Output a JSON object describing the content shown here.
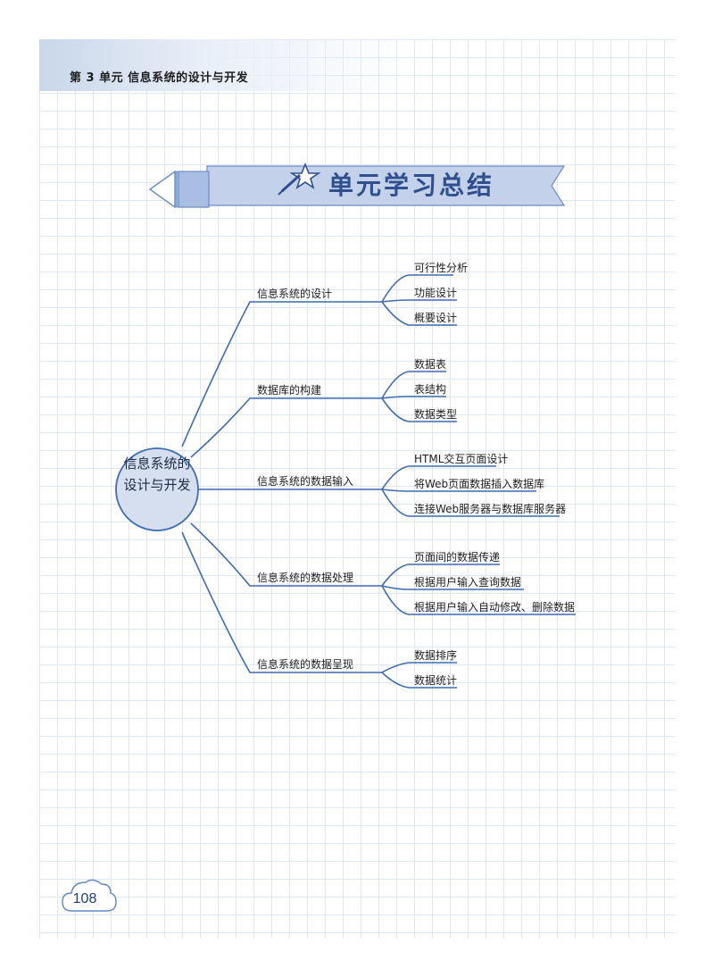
{
  "header": {
    "unit_title": "第 3 单元    信息系统的设计与开发"
  },
  "banner": {
    "title": "单元学习总结",
    "icon": "star-pen-icon"
  },
  "mindmap": {
    "center": {
      "line1": "信息系统的",
      "line2": "设计与开发"
    },
    "branches": [
      {
        "label": "信息系统的设计",
        "children": [
          "可行性分析",
          "功能设计",
          "概要设计"
        ]
      },
      {
        "label": "数据库的构建",
        "children": [
          "数据表",
          "表结构",
          "数据类型"
        ]
      },
      {
        "label": "信息系统的数据输入",
        "children": [
          "HTML交互页面设计",
          "将Web页面数据插入数据库",
          "连接Web服务器与数据库服务器"
        ]
      },
      {
        "label": "信息系统的数据处理",
        "children": [
          "页面间的数据传递",
          "根据用户输入查询数据",
          "根据用户输入自动修改、删除数据"
        ]
      },
      {
        "label": "信息系统的数据呈现",
        "children": [
          "数据排序",
          "数据统计"
        ]
      }
    ]
  },
  "page_number": "108",
  "colors": {
    "line": "#3f6cb0",
    "banner": "#c3d1eb",
    "accent": "#2f4f8f"
  }
}
